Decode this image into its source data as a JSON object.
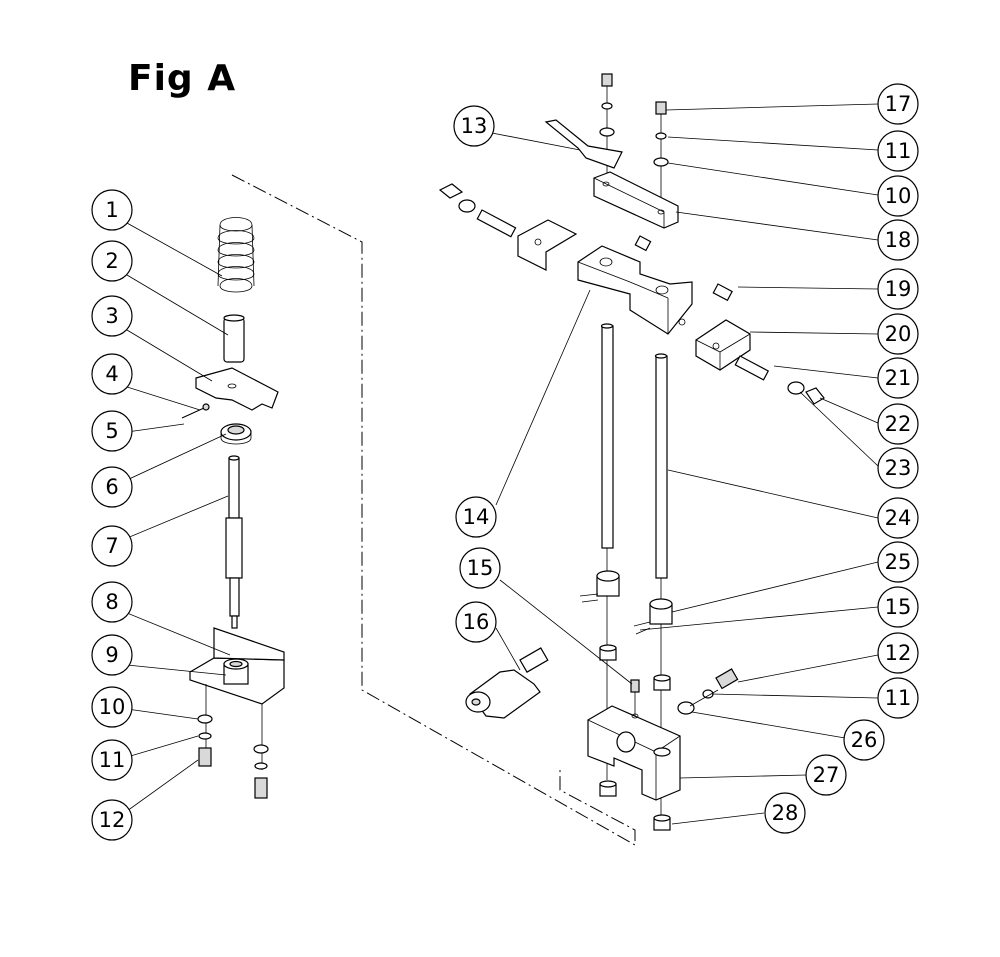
{
  "figure": {
    "title": "Fig A"
  },
  "callouts": [
    {
      "label": "1"
    },
    {
      "label": "2"
    },
    {
      "label": "3"
    },
    {
      "label": "4"
    },
    {
      "label": "5"
    },
    {
      "label": "6"
    },
    {
      "label": "7"
    },
    {
      "label": "8"
    },
    {
      "label": "9"
    },
    {
      "label": "10"
    },
    {
      "label": "11"
    },
    {
      "label": "12"
    },
    {
      "label": "13"
    },
    {
      "label": "17"
    },
    {
      "label": "11"
    },
    {
      "label": "10"
    },
    {
      "label": "18"
    },
    {
      "label": "19"
    },
    {
      "label": "20"
    },
    {
      "label": "21"
    },
    {
      "label": "22"
    },
    {
      "label": "23"
    },
    {
      "label": "14"
    },
    {
      "label": "24"
    },
    {
      "label": "15"
    },
    {
      "label": "25"
    },
    {
      "label": "15"
    },
    {
      "label": "16"
    },
    {
      "label": "12"
    },
    {
      "label": "11"
    },
    {
      "label": "26"
    },
    {
      "label": "27"
    },
    {
      "label": "28"
    }
  ]
}
